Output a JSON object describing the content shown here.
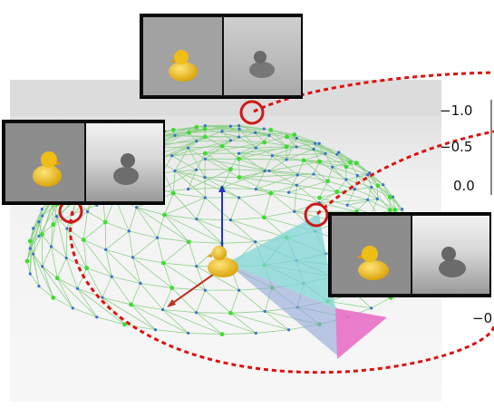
{
  "axis_ticks": [
    "−1.0",
    "−0.5",
    "0.0",
    "−0"
  ],
  "colors": {
    "mesh_line": "#8fd08c",
    "vertex_green": "#3ddc2f",
    "vertex_blue": "#3a6fd0",
    "highlight_ring": "#cc1a1a",
    "dashed_ellipse": "#dd1111",
    "cone_cyan": "#7fd6d6",
    "cone_magenta": "#e870c8",
    "arrow_up": "#2233cc",
    "arrow_left": "#bb3322",
    "duck_yellow": "#f2c21a"
  },
  "icons": {
    "duck": "rubber-duck-icon",
    "ring": "highlight-ring-icon"
  }
}
